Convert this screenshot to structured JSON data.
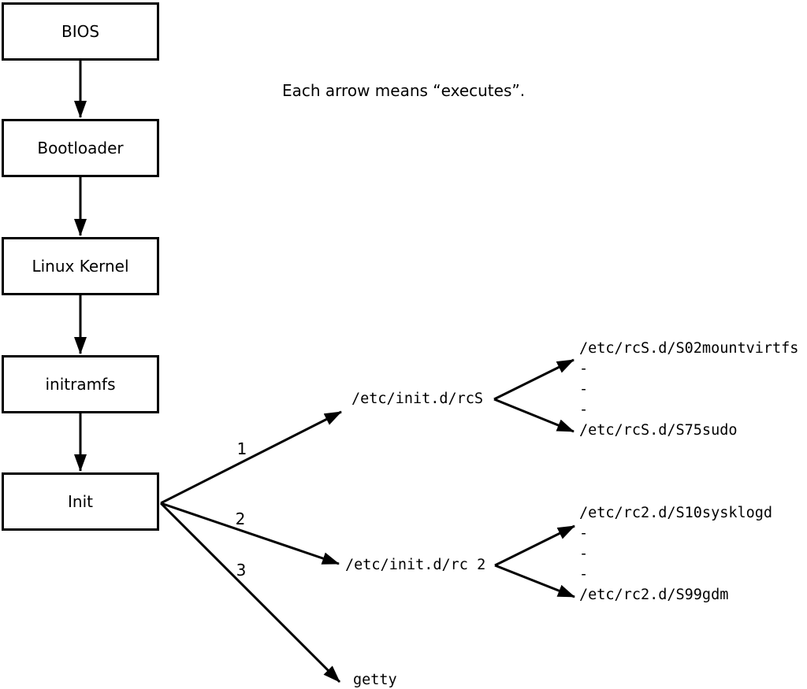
{
  "caption": "Each arrow means “executes”.",
  "chain": {
    "boxes": [
      "BIOS",
      "Bootloader",
      "Linux Kernel",
      "initramfs",
      "Init"
    ]
  },
  "edge_labels": [
    "1",
    "2",
    "3"
  ],
  "targets": {
    "rcS": "/etc/init.d/rcS",
    "rc2": "/etc/init.d/rc 2",
    "getty": "getty"
  },
  "fan_rcS": {
    "lines": [
      "/etc/rcS.d/S02mountvirtfs",
      "-",
      "-",
      "-",
      "/etc/rcS.d/S75sudo"
    ]
  },
  "fan_rc2": {
    "lines": [
      "/etc/rc2.d/S10sysklogd",
      "-",
      "-",
      "-",
      "/etc/rc2.d/S99gdm"
    ]
  },
  "colors": {
    "ink": "#000000",
    "background": "#ffffff"
  }
}
